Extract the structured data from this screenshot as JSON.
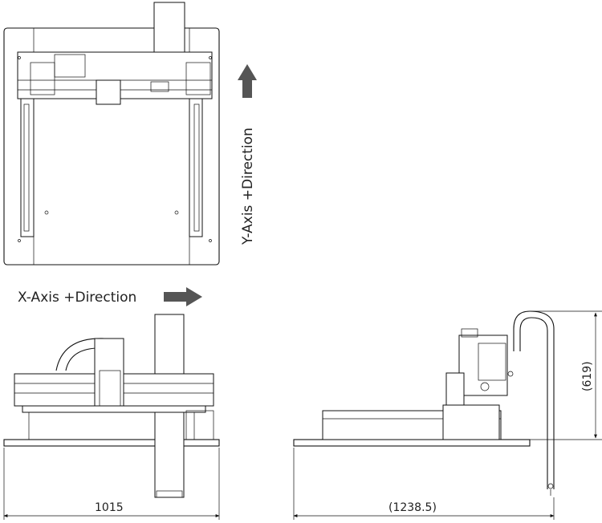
{
  "labels": {
    "y_axis": "Y-Axis +Direction",
    "x_axis": "X-Axis +Direction"
  },
  "dimensions": {
    "front_width": "1015",
    "side_width": "(1238.5)",
    "side_height": "(619)"
  },
  "colors": {
    "arrow": "#555555",
    "line": "#111111"
  }
}
